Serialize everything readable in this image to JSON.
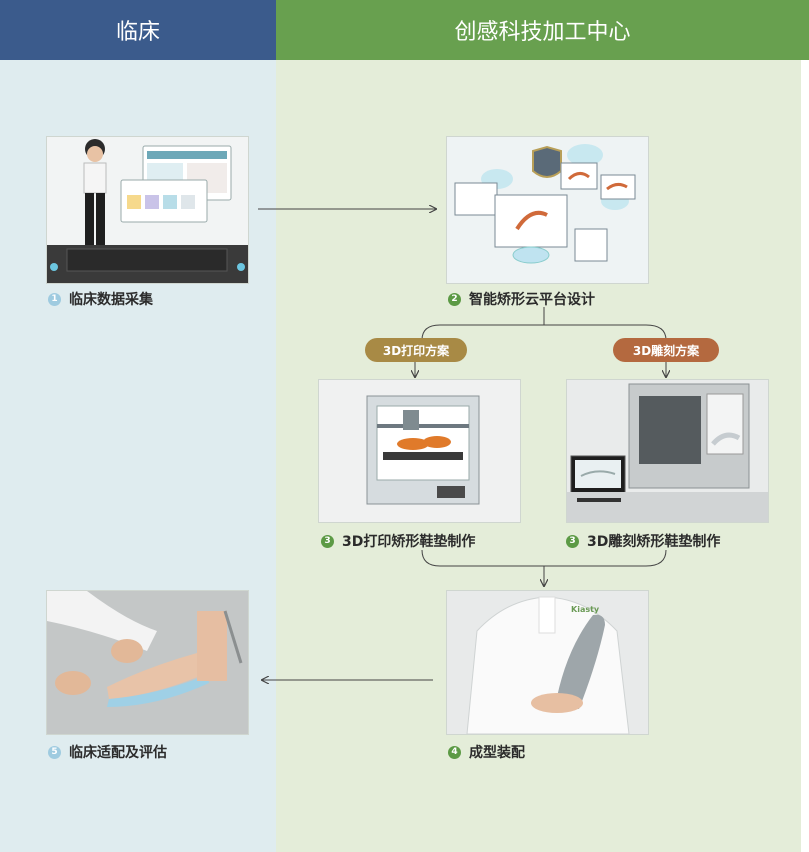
{
  "header": {
    "left_title": "临床",
    "right_title": "创感科技加工中心"
  },
  "steps": {
    "s1": {
      "num": "1",
      "label": "临床数据采集"
    },
    "s2": {
      "num": "2",
      "label": "智能矫形云平台设计"
    },
    "s3a": {
      "num": "3",
      "label": "3D打印矫形鞋垫制作"
    },
    "s3b": {
      "num": "3",
      "label": "3D雕刻矫形鞋垫制作"
    },
    "s4": {
      "num": "4",
      "label": "成型装配"
    },
    "s5": {
      "num": "5",
      "label": "临床适配及评估"
    }
  },
  "branches": {
    "print_plan": "3D打印方案",
    "carve_plan": "3D雕刻方案"
  },
  "photo_text": {
    "insole_brand": "Kiasty"
  },
  "colors": {
    "left_header": "#3b5b8c",
    "right_header": "#68a04f",
    "left_bg": "#dfecef",
    "right_bg": "#e4edd9",
    "print_pill": "#a88a45",
    "carve_pill": "#b4693f"
  }
}
